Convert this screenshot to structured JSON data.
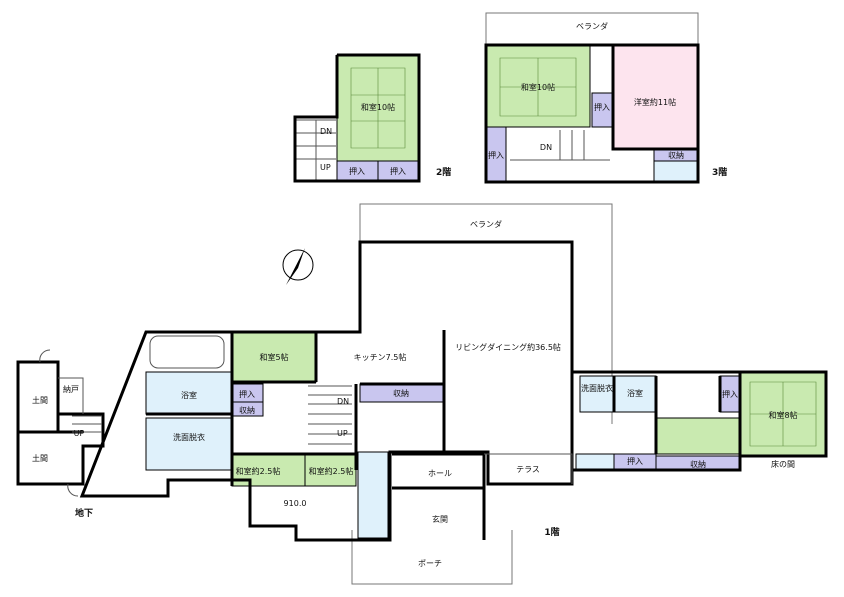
{
  "floors": {
    "basement": {
      "label": "地下",
      "rooms": {
        "doma_top": "土間",
        "nando": "納戸",
        "doma_bottom": "土間",
        "up": "UP"
      }
    },
    "floor1": {
      "label": "1階",
      "rooms": {
        "veranda": "ベランダ",
        "washitsu5": "和室5帖",
        "kitchen": "キッチン7.5帖",
        "living": "リビングダイニング約36.5帖",
        "bath_left": "浴室",
        "oshiire_a": "押入",
        "shuno_a": "収納",
        "shuno_b": "収納",
        "dn": "DN",
        "up": "UP",
        "senmen_left": "洗面脱衣",
        "washitsu25a": "和室約2.5帖",
        "washitsu25b": "和室約2.5帖",
        "dimension": "910.0",
        "hall": "ホール",
        "terrace": "テラス",
        "genkan": "玄関",
        "porch": "ポーチ",
        "senmen_right": "洗面脱衣",
        "bath_right": "浴室",
        "oshiire_b": "押入",
        "washitsu8": "和室8帖",
        "oshiire_c": "押入",
        "shuno_c": "収納",
        "tokonoma": "床の間"
      }
    },
    "floor2": {
      "label": "2階",
      "rooms": {
        "washitsu10": "和室10帖",
        "dn": "DN",
        "up": "UP",
        "oshiire_a": "押入",
        "oshiire_b": "押入"
      }
    },
    "floor3": {
      "label": "3階",
      "rooms": {
        "veranda": "ベランダ",
        "washitsu10": "和室10帖",
        "youshitsu11": "洋室約11帖",
        "oshiire_a": "押入",
        "oshiire_b": "押入",
        "dn": "DN",
        "shuno": "収納"
      }
    }
  },
  "colors": {
    "tatami": "#c9eab0",
    "bath": "#dff1fb",
    "closet": "#c9c6ef",
    "western_room": "#fde4ee"
  },
  "icons": [
    "compass-north-arrow-icon"
  ]
}
